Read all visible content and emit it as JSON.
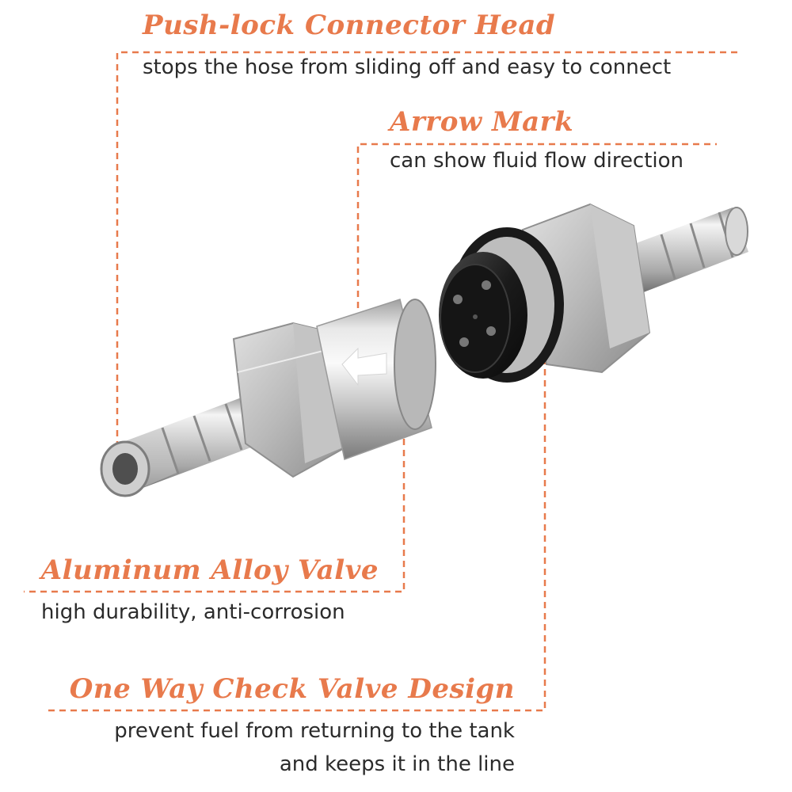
{
  "accent_color": "#e87a4c",
  "callouts": [
    {
      "heading": "Push-lock Connector Head",
      "description": "stops the hose from sliding off and easy to connect"
    },
    {
      "heading": "Arrow Mark",
      "description": "can show fluid flow direction"
    },
    {
      "heading": "Aluminum Alloy Valve",
      "description": "high durability, anti-corrosion"
    },
    {
      "heading": "One Way Check Valve Design",
      "description_lines": [
        "prevent fuel from returning to the tank",
        "and keeps it in the line"
      ]
    }
  ],
  "icons": {
    "flow_arrow": "left-arrow-icon"
  }
}
